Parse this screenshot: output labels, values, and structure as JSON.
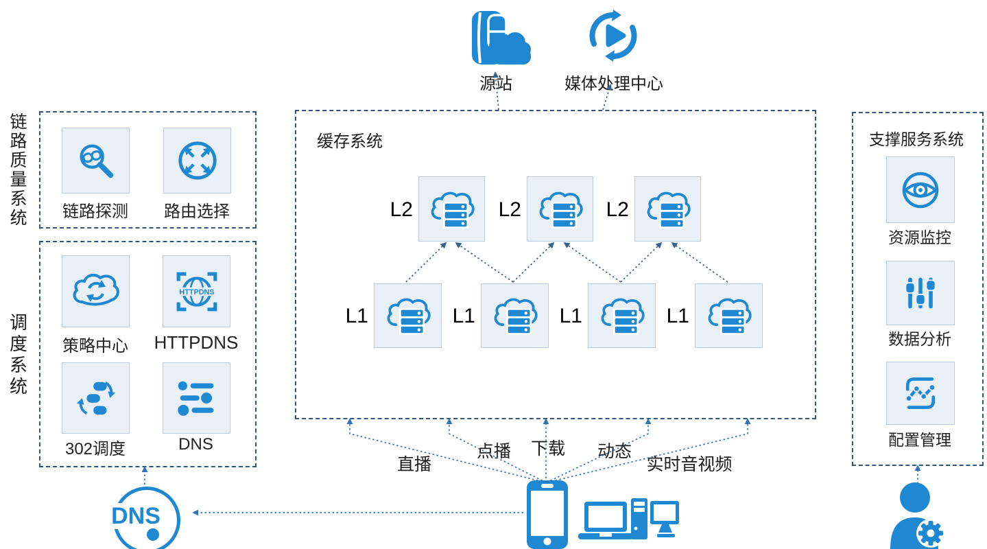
{
  "colors": {
    "icon_blue": "#1e88d2",
    "connector_blue": "#2e75b6",
    "box_border": "#31567e",
    "card_bg": "#e9eff7",
    "card_border": "#bccadd",
    "text": "#1f1f1f"
  },
  "top_nodes": {
    "origin_label": "源站",
    "media_center_label": "媒体处理中心"
  },
  "link_quality_panel": {
    "title": "链路质量系统",
    "items": [
      {
        "label": "链路探测"
      },
      {
        "label": "路由选择"
      }
    ]
  },
  "scheduling_panel": {
    "title": "调度系统",
    "items": [
      {
        "label": "策略中心"
      },
      {
        "label": "HTTPDNS",
        "icon_text": "HTTPDNS"
      },
      {
        "label": "302调度"
      },
      {
        "label": "DNS"
      }
    ]
  },
  "cache_panel": {
    "title": "缓存系统",
    "l2_label": "L2",
    "l1_label": "L1"
  },
  "support_panel": {
    "title": "支撑服务系统",
    "items": [
      {
        "label": "资源监控"
      },
      {
        "label": "数据分析"
      },
      {
        "label": "配置管理"
      }
    ]
  },
  "edge_services": {
    "labels": [
      "直播",
      "点播",
      "下载",
      "动态",
      "实时音视频"
    ]
  },
  "dns_node": {
    "label": "DNS"
  }
}
